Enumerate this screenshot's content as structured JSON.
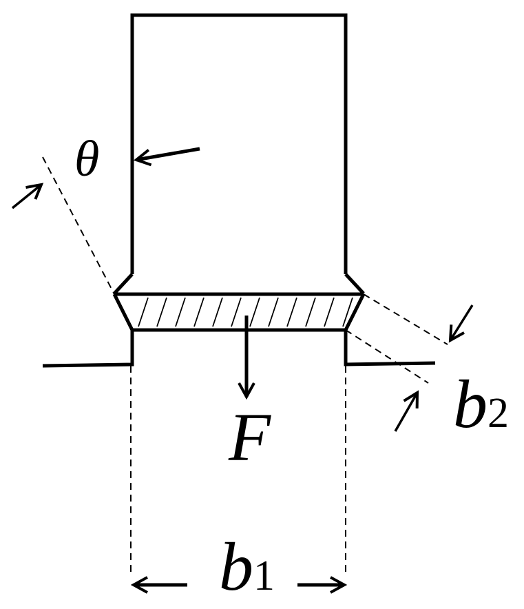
{
  "labels": {
    "theta": "θ",
    "force": "F",
    "b1_main": "b",
    "b1_sub": "1",
    "b2_main": "b",
    "b2_sub": "2"
  },
  "colors": {
    "stroke": "#000000",
    "background": "#ffffff"
  }
}
